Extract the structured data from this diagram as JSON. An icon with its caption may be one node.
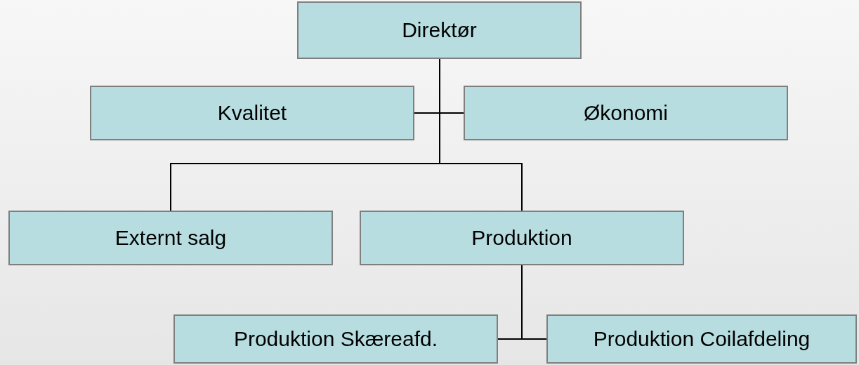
{
  "diagram": {
    "nodes": [
      {
        "text": [
          "Direktør"
        ]
      },
      {
        "text": [
          "Kvalitet"
        ]
      },
      {
        "text": [
          "Økonomi"
        ]
      },
      {
        "text": [
          "Externt salg"
        ]
      },
      {
        "text": [
          "Produktion"
        ]
      },
      {
        "text": [
          "Produktion Skæreafd."
        ]
      },
      {
        "text": [
          "Produktion Coilafdeling"
        ]
      }
    ],
    "edges": [
      {
        "from": 0,
        "to": 1,
        "arrow": "none"
      },
      {
        "from": 0,
        "to": 2,
        "arrow": "none"
      },
      {
        "from": 0,
        "to": 3,
        "arrow": "none"
      },
      {
        "from": 0,
        "to": 4,
        "arrow": "none"
      },
      {
        "from": 4,
        "to": 5,
        "arrow": "none"
      },
      {
        "from": 4,
        "to": 6,
        "arrow": "none"
      }
    ]
  }
}
